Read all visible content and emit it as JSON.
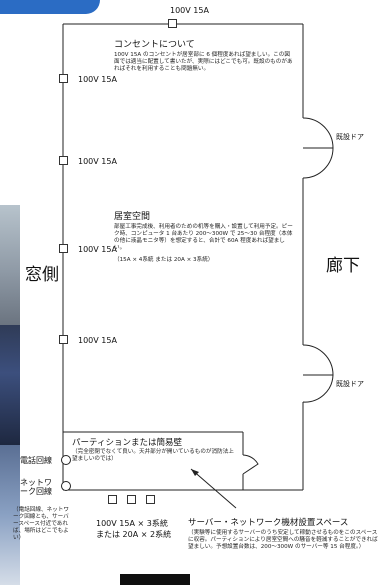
{
  "outlets": {
    "top": "100V 15A",
    "left1": "100V 15A",
    "left2": "100V 15A",
    "left3": "100V 15A",
    "left4": "100V 15A"
  },
  "consent_note": {
    "title": "コンセントについて",
    "body": "100V 15A のコンセントが居室部に 6 個程度あれば望ましい。この図面では適当に配置して書いたが、実際にはどこでも可。既設のものがあればそれを利用することも問題無い。"
  },
  "office_space": {
    "title": "居室空間",
    "body": "部屋工事完成後、利用者のための机等を購入・設置して利用予定。ピーク時、コンピュータ 1 台あたり 200～300W で 25～30 台程度（本体の他に液晶モニタ等）を想定すると、合計で 60A 程度あれば望ましい。",
    "note": "（15A × 4系統 または 20A × 3系統）"
  },
  "labels": {
    "window_side": "窓側",
    "corridor": "廊下",
    "door1": "既設ドア",
    "door2": "既設ドア"
  },
  "partition": {
    "title": "パーティションまたは簡易壁",
    "body": "（完全密閉でなくて良い。天井部分が開いているものが消防法上望ましいのでは）"
  },
  "phone_line": "電話回線",
  "network_line": "ネットワーク回線",
  "network_note": "（電話回線、ネットワーク回線とも、サーバースペース付近であれば、場所はどこでもよい）",
  "power_spec": {
    "line1": "100V 15A × 3系統",
    "line2": "または 20A × 2系統"
  },
  "server_space": {
    "title": "サーバー・ネットワーク機材設置スペース",
    "body": "（実験等に使用するサーバーのうち安定して稼動させるものをこのスペースに収容。パーティションにより居室空間への騒音を軽減することができれば望ましい。予想設置台数は、200～300W のサーバー等 15 台程度。）"
  },
  "colors": {
    "banner": "#2b6cc4",
    "line": "#222222"
  }
}
